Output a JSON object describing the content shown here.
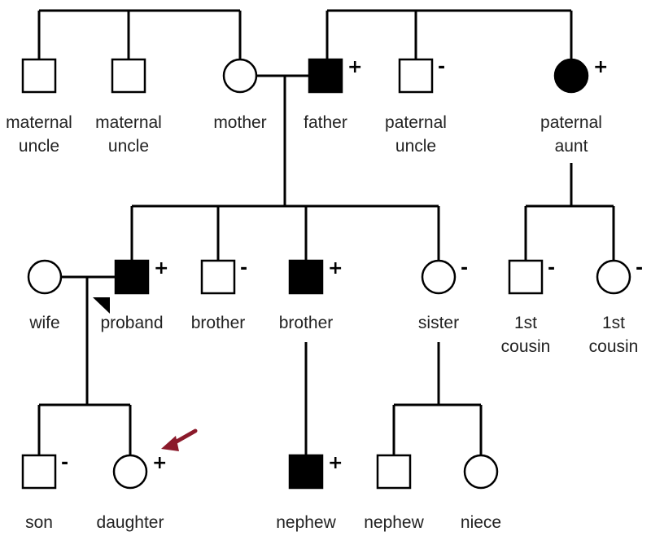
{
  "colors": {
    "affected": "#000000",
    "unaffected": "#ffffff",
    "arrow": "#8b1a2b"
  },
  "members": [
    {
      "id": "maternal-uncle-1",
      "shape": "square",
      "affected": false,
      "status": "",
      "label": [
        "maternal",
        "uncle"
      ]
    },
    {
      "id": "maternal-uncle-2",
      "shape": "square",
      "affected": false,
      "status": "",
      "label": [
        "maternal",
        "uncle"
      ]
    },
    {
      "id": "mother",
      "shape": "circle",
      "affected": false,
      "status": "",
      "label": [
        "mother"
      ]
    },
    {
      "id": "father",
      "shape": "square",
      "affected": true,
      "status": "+",
      "label": [
        "father"
      ]
    },
    {
      "id": "paternal-uncle",
      "shape": "square",
      "affected": false,
      "status": "-",
      "label": [
        "paternal",
        "uncle"
      ]
    },
    {
      "id": "paternal-aunt",
      "shape": "circle",
      "affected": true,
      "status": "+",
      "label": [
        "paternal",
        "aunt"
      ]
    },
    {
      "id": "wife",
      "shape": "circle",
      "affected": false,
      "status": "",
      "label": [
        "wife"
      ]
    },
    {
      "id": "proband",
      "shape": "square",
      "affected": true,
      "status": "+",
      "label": [
        "proband"
      ],
      "proband": true
    },
    {
      "id": "brother-1",
      "shape": "square",
      "affected": false,
      "status": "-",
      "label": [
        "brother"
      ]
    },
    {
      "id": "brother-2",
      "shape": "square",
      "affected": true,
      "status": "+",
      "label": [
        "brother"
      ]
    },
    {
      "id": "sister",
      "shape": "circle",
      "affected": false,
      "status": "-",
      "label": [
        "sister"
      ]
    },
    {
      "id": "cousin-1",
      "shape": "square",
      "affected": false,
      "status": "-",
      "label": [
        "1st",
        "cousin"
      ]
    },
    {
      "id": "cousin-2",
      "shape": "circle",
      "affected": false,
      "status": "-",
      "label": [
        "1st",
        "cousin"
      ]
    },
    {
      "id": "son",
      "shape": "square",
      "affected": false,
      "status": "-",
      "label": [
        "son"
      ]
    },
    {
      "id": "daughter",
      "shape": "circle",
      "affected": false,
      "status": "+",
      "label": [
        "daughter"
      ],
      "arrow": true
    },
    {
      "id": "nephew-1",
      "shape": "square",
      "affected": true,
      "status": "+",
      "label": [
        "nephew"
      ]
    },
    {
      "id": "nephew-2",
      "shape": "square",
      "affected": false,
      "status": "",
      "label": [
        "nephew"
      ]
    },
    {
      "id": "niece",
      "shape": "circle",
      "affected": false,
      "status": "",
      "label": [
        "niece"
      ]
    }
  ]
}
